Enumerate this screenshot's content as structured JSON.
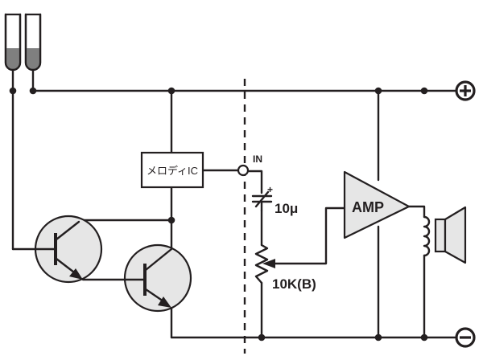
{
  "labels": {
    "melody_ic": "メロディIC",
    "input": "IN",
    "amplifier": "AMP",
    "capacitor": "10μ",
    "capacitor_polarity": "+",
    "potentiometer": "10K(B)"
  },
  "terminals": {
    "positive": "+",
    "negative": "−"
  },
  "icons": [
    "touch-electrode-icon",
    "npn-transistor-icon",
    "capacitor-icon",
    "potentiometer-icon",
    "amplifier-icon",
    "speaker-icon"
  ]
}
